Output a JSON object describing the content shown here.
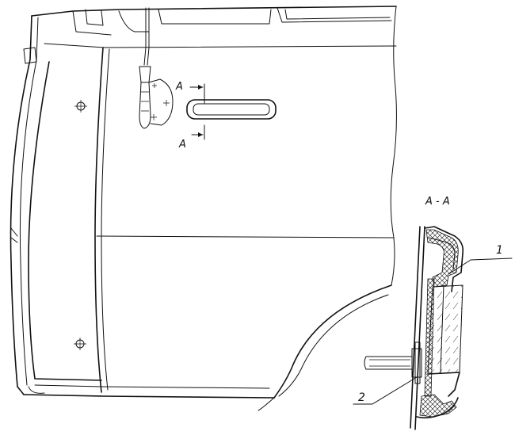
{
  "section_labels": {
    "arrow_top": "A",
    "arrow_bottom": "A",
    "section_title": "A - A"
  },
  "callouts": {
    "item1": "1",
    "item2": "2"
  }
}
